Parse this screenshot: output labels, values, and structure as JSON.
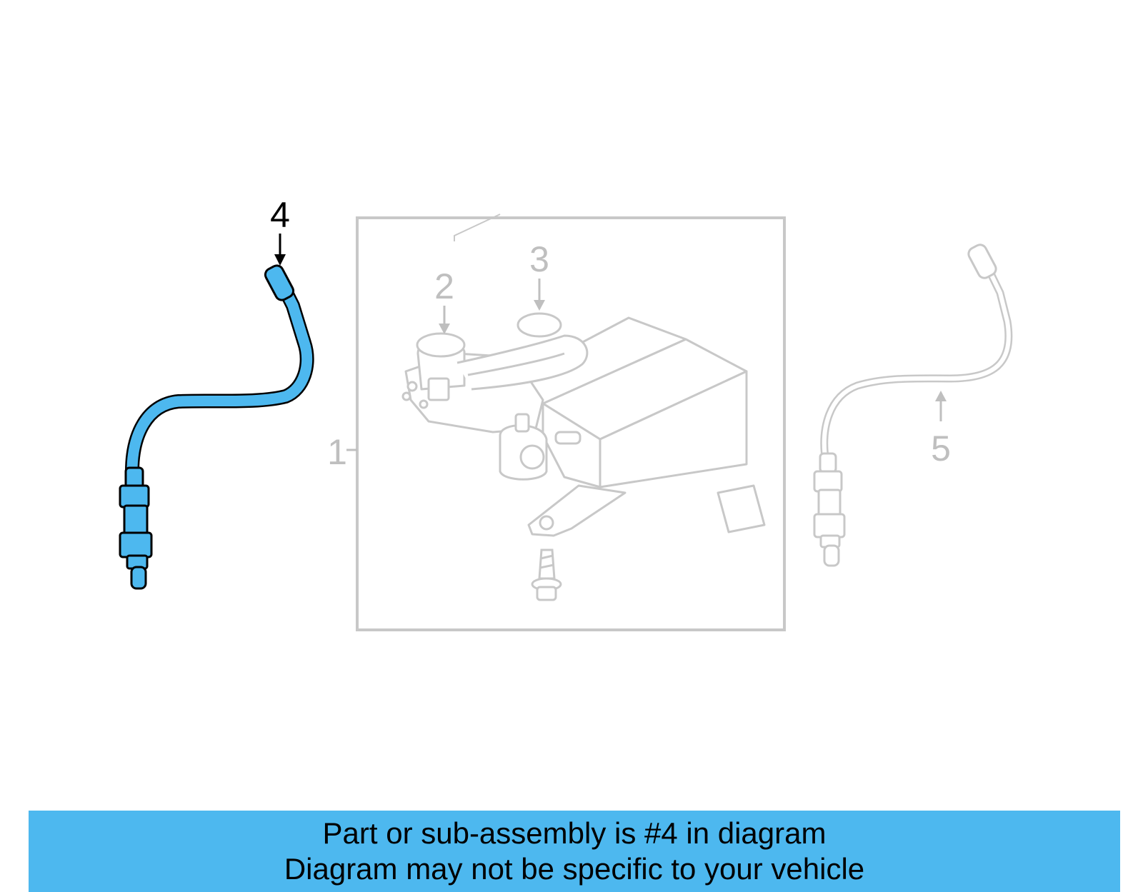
{
  "callouts": [
    {
      "id": "1",
      "label": "1",
      "highlighted": false
    },
    {
      "id": "2",
      "label": "2",
      "highlighted": false
    },
    {
      "id": "3",
      "label": "3",
      "highlighted": false
    },
    {
      "id": "4",
      "label": "4",
      "highlighted": true
    },
    {
      "id": "5",
      "label": "5",
      "highlighted": false
    }
  ],
  "banner": {
    "line1": "Part or sub-assembly is #4 in diagram",
    "line2": "Diagram may not be specific to your vehicle"
  },
  "colors": {
    "highlight_part": "#4db8ef",
    "banner_background": "#4db8ef",
    "faded_part": "#c8c8c8",
    "faded_label": "#bfbfbf",
    "highlight_outline": "#000000"
  },
  "icons": {
    "part_4": "oxygen-sensor-icon",
    "part_5": "oxygen-sensor-icon",
    "part_1": "evap-canister-assembly-icon",
    "part_2": "vent-valve-icon",
    "part_3": "hose-icon"
  }
}
